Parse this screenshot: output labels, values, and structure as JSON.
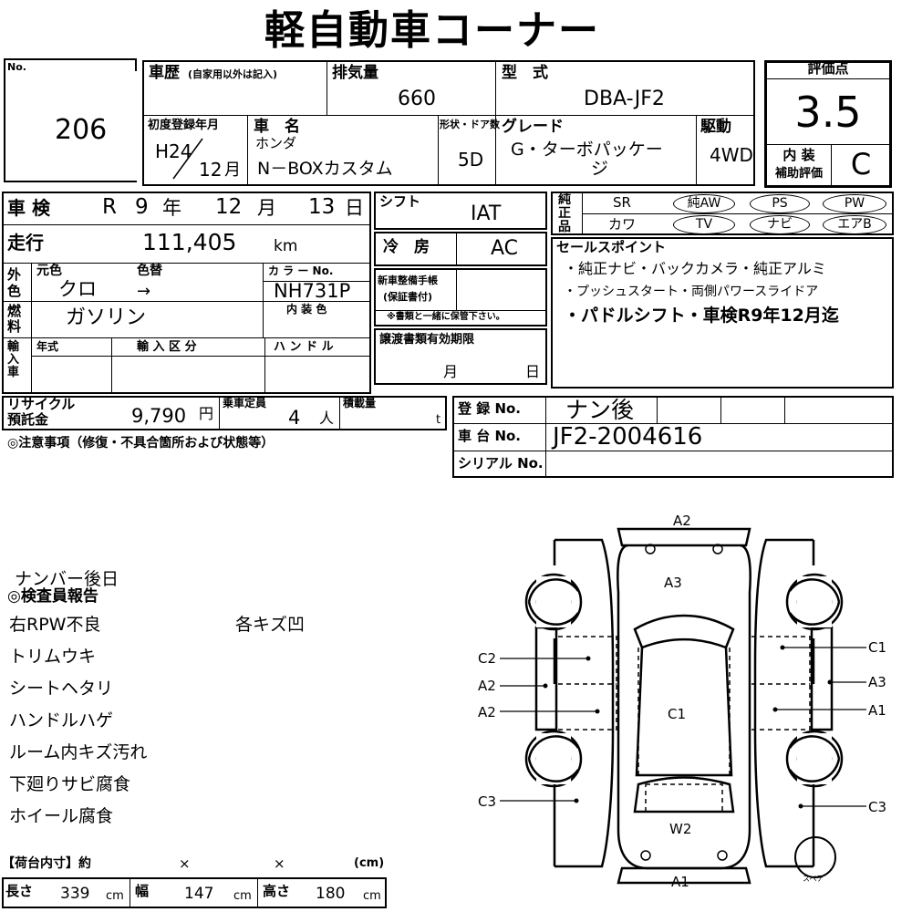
{
  "title": "軽自動車コーナー",
  "lot": {
    "label": "No.",
    "value": "206"
  },
  "history": {
    "label": "車歴",
    "note": "(自家用以外は記入)"
  },
  "displacement": {
    "label": "排気量",
    "value": "660"
  },
  "model": {
    "label": "型　式",
    "value": "DBA-JF2"
  },
  "score": {
    "label": "評価点",
    "value": "3.5",
    "interior_label1": "内 装",
    "interior_label2": "補助評価",
    "interior_value": "C"
  },
  "first_reg": {
    "label": "初度登録年月",
    "year": "H24",
    "month": "12",
    "month_unit": "月"
  },
  "car_name": {
    "label": "車　名",
    "maker": "ホンダ",
    "name": "N－BOXカスタム"
  },
  "doors": {
    "label": "形状・ドア数",
    "value": "5D"
  },
  "grade": {
    "label": "グレード",
    "value_line1": "G・ターボパッケー",
    "value_line2": "ジ"
  },
  "drive": {
    "label": "駆動",
    "value": "4WD"
  },
  "shaken": {
    "label": "車 検",
    "era": "R",
    "year": "9",
    "year_unit": "年",
    "month": "12",
    "month_unit": "月",
    "day": "13",
    "day_unit": "日"
  },
  "shift": {
    "label": "シフト",
    "value": "IAT"
  },
  "equipment": {
    "label": "純正品",
    "row1": [
      "SR",
      "純AW",
      "PS",
      "PW"
    ],
    "row2": [
      "カワ",
      "TV",
      "ナビ",
      "エアB"
    ]
  },
  "mileage": {
    "label": "走行",
    "value": "111,405",
    "unit": "km"
  },
  "aircon": {
    "label": "冷　房",
    "value": "AC"
  },
  "color": {
    "label": "外色",
    "orig_label": "元色",
    "change_label": "色替",
    "orig": "クロ",
    "change": "→",
    "code_label": "カ ラ ー No.",
    "code": "NH731P"
  },
  "sales_points": {
    "label": "セールスポイント",
    "line1": "・純正ナビ・バックカメラ・純正アルミ",
    "line2": "・プッシュスタート・両側パワースライドア",
    "line3": "・パドルシフト・車検R9年12月迄"
  },
  "fuel": {
    "label": "燃料",
    "value": "ガソリン",
    "interior_color_label": "内 装 色"
  },
  "maintenance": {
    "label_line1": "新車整備手帳",
    "label_line2": "(保証書付)",
    "note": "※書類と一緒に保管下さい。"
  },
  "import": {
    "label": "輸入車",
    "year_label": "年式",
    "class_label": "輸 入 区 分",
    "handle_label": "ハ ン ド ル"
  },
  "transfer": {
    "label": "譲渡書類有効期限",
    "month": "月",
    "day": "日"
  },
  "recycle": {
    "label1": "リサイクル",
    "label2": "預託金",
    "value": "9,790",
    "unit": "円"
  },
  "capacity": {
    "label": "乗車定員",
    "value": "4",
    "unit": "人"
  },
  "load": {
    "label": "積載量",
    "unit": "t"
  },
  "registration": {
    "label": "登 録 No.",
    "value": "ナン後"
  },
  "chassis": {
    "label": "車 台 No.",
    "value": "JF2-2004616"
  },
  "serial": {
    "label": "シリアル No."
  },
  "notes_label": "◎注意事項（修復・不具合箇所および状態等）",
  "inspector": {
    "plate_note": "ナンバー後日",
    "label": "◎検査員報告",
    "items": [
      "右RPW不良",
      "トリムウキ",
      "シートヘタリ",
      "ハンドルハゲ",
      "ルーム内キズ汚れ",
      "下廻りサビ腐食",
      "ホイール腐食"
    ],
    "side_note": "各キズ凹"
  },
  "cargo": {
    "label": "【荷台内寸】約",
    "x1": "×",
    "x2": "×",
    "unit_label": "(cm)",
    "length_label": "長さ",
    "length": "339",
    "width_label": "幅",
    "width": "147",
    "height_label": "高さ",
    "height": "180",
    "cm": "cm"
  },
  "diagram": {
    "labels": {
      "a2_top": "A2",
      "a3_hood": "A3",
      "c2_left": "C2",
      "a2_left1": "A2",
      "a2_left2": "A2",
      "c1_center": "C1",
      "c1_right": "C1",
      "a3_right": "A3",
      "a1_right": "A1",
      "c3_left": "C3",
      "c3_right": "C3",
      "w2": "W2",
      "a1_bottom": "A1",
      "spare": "スペア"
    }
  }
}
